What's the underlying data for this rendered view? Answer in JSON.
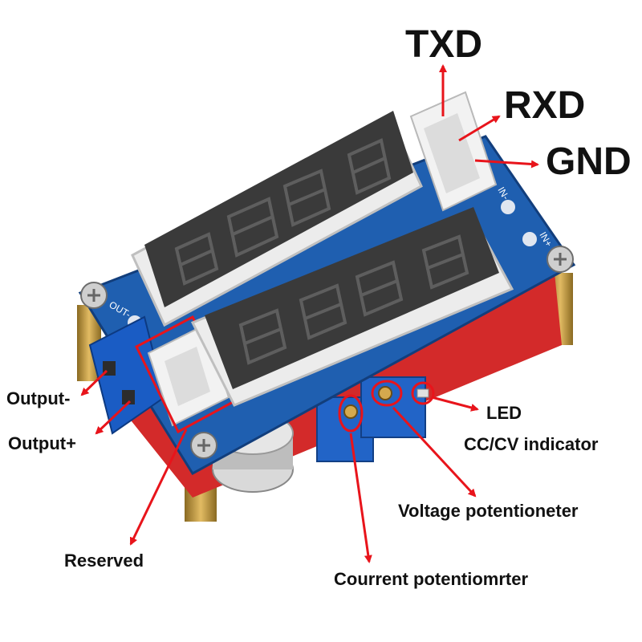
{
  "labels": {
    "txd": "TXD",
    "rxd": "RXD",
    "gnd": "GND",
    "output_minus": "Output-",
    "output_plus": "Output+",
    "reserved": "Reserved",
    "led": "LED",
    "cc_cv": "CC/CV indicator",
    "voltage_pot": "Voltage potentioneter",
    "current_pot": "Courrent potentiomrter"
  },
  "board_markings": {
    "out_minus": "OUT-",
    "in_minus": "IN-",
    "in_plus": "IN+"
  },
  "colors": {
    "arrow": "#e8141b",
    "pcb": "#1f5fb0",
    "pcb_bottom": "#d32a2a",
    "display": "#3a3a3a",
    "display_frame": "#ececec",
    "segment": "#5a5a5a",
    "connector": "#f2f2f2",
    "terminal": "#1a5cc4",
    "header_pins": "#c79a3a"
  }
}
